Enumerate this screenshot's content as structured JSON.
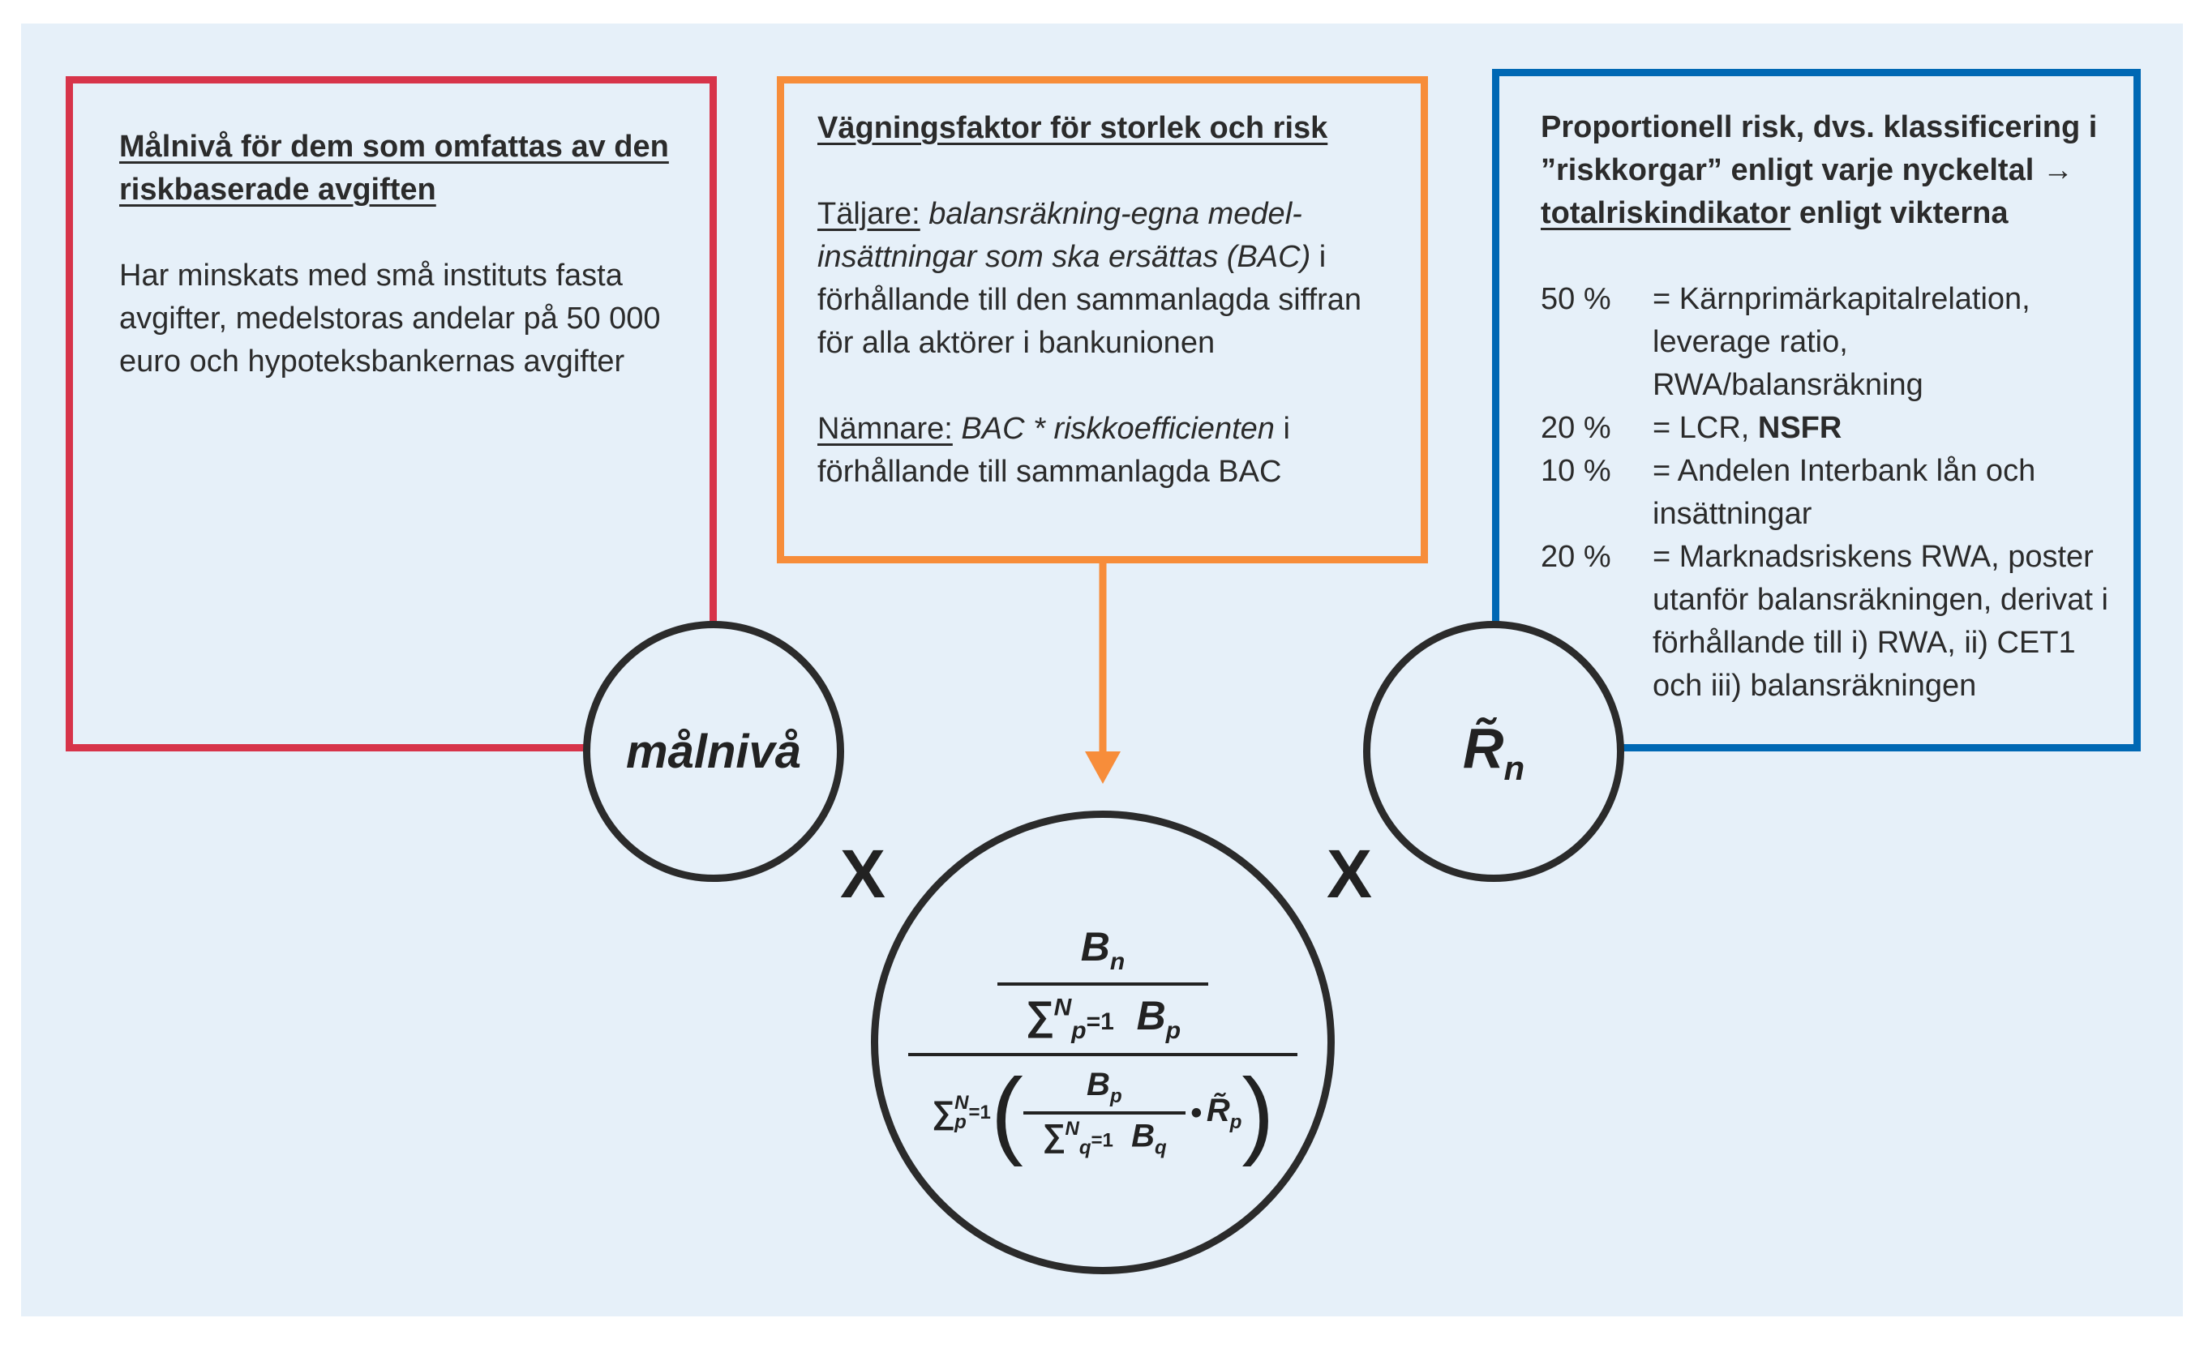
{
  "colors": {
    "background": "#e6f0f9",
    "red": "#d7344a",
    "orange": "#f78d3a",
    "blue": "#0068b4"
  },
  "left_box": {
    "title": "Målnivå för dem som omfattas av den riskbaserade avgiften",
    "body": "Har minskats med små instituts fasta avgifter, medelstoras andelar på 50 000 euro och hypoteksbankernas avgifter",
    "circle_label": "målnivå"
  },
  "middle_box": {
    "title": "Vägningsfaktor för storlek och risk",
    "numerator_label": "Täljare:",
    "numerator_italic": "balansräkning-egna medel-insättningar som ska ersättas (BAC)",
    "numerator_rest": " i förhållande till den sammanlagda siffran för alla aktörer i bankunionen",
    "denominator_label": "Nämnare:",
    "denominator_italic": "BAC * riskkoefficienten",
    "denominator_rest": " i förhållande till sammanlagda BAC"
  },
  "right_box": {
    "title_part1": "Proportionell risk, dvs. klassificering i ”riskkorgar” enligt varje nyckeltal → ",
    "title_link": "totalriskindikator",
    "title_part2": " enligt vikterna",
    "weights": [
      {
        "pct": "50 %",
        "text": "= Kärnprimärkapitalrelation, leverage ratio, RWA/balansräkning"
      },
      {
        "pct": "20 %",
        "text": "= LCR, ",
        "bold": "NSFR"
      },
      {
        "pct": "10 %",
        "text": "= Andelen Interbank lån och insättningar"
      },
      {
        "pct": "20 %",
        "text": "= Marknadsriskens RWA, poster utanför balansräkningen, derivat i förhållande till i) RWA, ii) CET1 och iii) balansräkningen"
      }
    ],
    "circle_label": "R̃",
    "circle_sub": "n"
  },
  "operators": {
    "times": "X"
  },
  "formula": {
    "B": "B",
    "n": "n",
    "p": "p",
    "q": "q",
    "N": "N",
    "sigma": "∑",
    "eq1": "=1",
    "dot": "•",
    "R": "R̃",
    "lparen": "(",
    "rparen": ")"
  }
}
